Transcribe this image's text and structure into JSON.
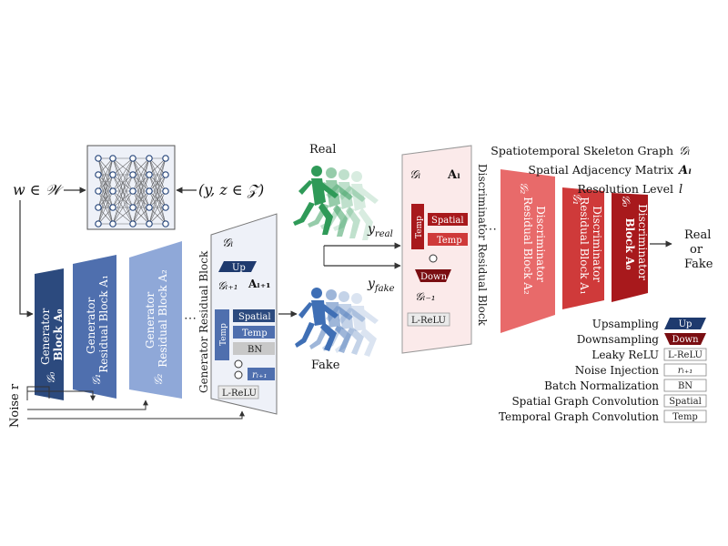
{
  "inputs": {
    "w": "w ∈ 𝒲",
    "yz": "(y, z ∈ 𝒵)",
    "noise": "Noise r"
  },
  "generator": {
    "block0": [
      "Generator",
      "Block A₀",
      "𝒢₀"
    ],
    "block1": [
      "Generator",
      "Residual Block A₁",
      "𝒢₁"
    ],
    "block2": [
      "Generator",
      "Residual Block A₂",
      "𝒢₂"
    ],
    "residual_title": "Generator Residual Block",
    "gl": "𝒢ₗ",
    "up": "Up",
    "gl1": "𝒢ₗ₊₁",
    "al1": "Aₗ₊₁",
    "spatial": "Spatial",
    "temp": "Temp",
    "temp_vert": "Temp",
    "bn": "BN",
    "noise_tag": "rₗ₊₁",
    "lrelu": "L-ReLU"
  },
  "middle": {
    "real": "Real",
    "fake": "Fake",
    "y_real": "y_real",
    "y_fake": "y_fake"
  },
  "discriminator": {
    "residual_title": "Discriminator Residual Block",
    "gl": "𝒢ₗ",
    "al": "Aₗ",
    "temp_vert": "Temp",
    "spatial": "Spatial",
    "temp": "Temp",
    "down": "Down",
    "gl_minus": "𝒢ₗ₋₁",
    "lrelu": "L-ReLU",
    "block2": [
      "Discriminator",
      "Residual Block A₂",
      "𝒢₂"
    ],
    "block1": [
      "Discriminator",
      "Residual Block A₁",
      "𝒢₁"
    ],
    "block0": [
      "Discriminator",
      "Block A₀",
      "𝒢₀"
    ],
    "output": [
      "Real",
      "or",
      "Fake"
    ]
  },
  "legend_top": [
    {
      "label": "Spatiotemporal Skeleton Graph",
      "symbol": "𝒢ₗ"
    },
    {
      "label": "Spatial Adjacency Matrix",
      "symbol": "Aₗ"
    },
    {
      "label": "Resolution Level",
      "symbol": "l"
    }
  ],
  "legend_bottom": [
    {
      "label": "Upsampling",
      "tag": "Up"
    },
    {
      "label": "Downsampling",
      "tag": "Down"
    },
    {
      "label": "Leaky ReLU",
      "tag": "L-ReLU"
    },
    {
      "label": "Noise Injection",
      "tag": "rₗ₊₁"
    },
    {
      "label": "Batch Normalization",
      "tag": "BN"
    },
    {
      "label": "Spatial Graph Convolution",
      "tag": "Spatial"
    },
    {
      "label": "Temporal Graph Convolution",
      "tag": "Temp"
    }
  ],
  "colors": {
    "gen_dark": "#2c4a7e",
    "gen_mid": "#4f6fae",
    "gen_light": "#8fa8d8",
    "dis_dark": "#a8191c",
    "dis_mid": "#cf3a3a",
    "dis_light": "#e86a6a",
    "gen_panel": "#eef1f8",
    "dis_panel": "#fbeaea",
    "real_figure": "#2f9a58",
    "fake_figure": "#3f6fb5"
  }
}
